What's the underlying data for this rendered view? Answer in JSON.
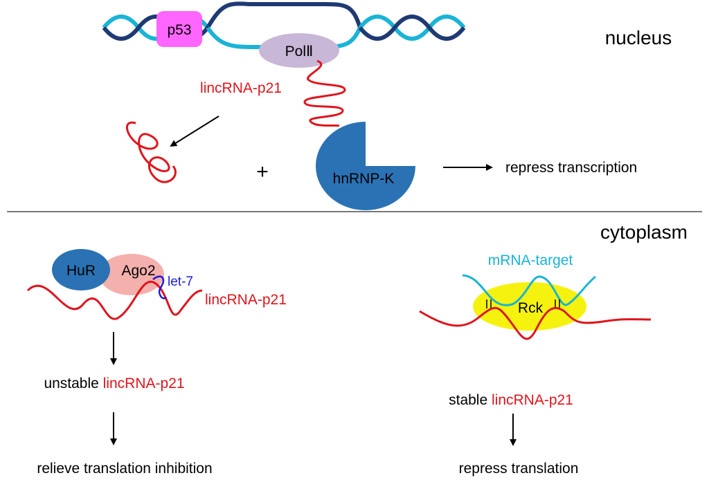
{
  "compartments": {
    "nucleus": "nucleus",
    "cytoplasm": "cytoplasm"
  },
  "nucleus_panel": {
    "p53": "p53",
    "pol2": "PolⅡ",
    "lincrna": "lincRNA-p21",
    "plus": "+",
    "hnrnpk": "hnRNP-K",
    "outcome": "repress transcription"
  },
  "cytoplasm_left": {
    "hur": "HuR",
    "ago2": "Ago2",
    "let7": "let-7",
    "lincrna": "lincRNA-p21",
    "result_prefix": "unstable ",
    "result_rna": "lincRNA-p21",
    "outcome": "relieve translation inhibition"
  },
  "cytoplasm_right": {
    "mrna_target": "mRNA-target",
    "rck": "Rck",
    "result_prefix": "stable ",
    "result_rna": "lincRNA-p21",
    "outcome": "repress translation"
  },
  "colors": {
    "dna_dark": "#1f3a73",
    "dna_light": "#19b4d6",
    "p53_fill": "#ff66ff",
    "pol2_fill": "#c9b7d8",
    "rna_red": "#e0141c",
    "hnrnpk_blue": "#2a72b4",
    "hur_blue": "#2a72b4",
    "ago2_pink": "#f4b0ad",
    "let7_blue": "#1a1ad9",
    "mrna_cyan": "#19b4d6",
    "rck_yellow": "#f5f20f",
    "divider": "#777777"
  }
}
